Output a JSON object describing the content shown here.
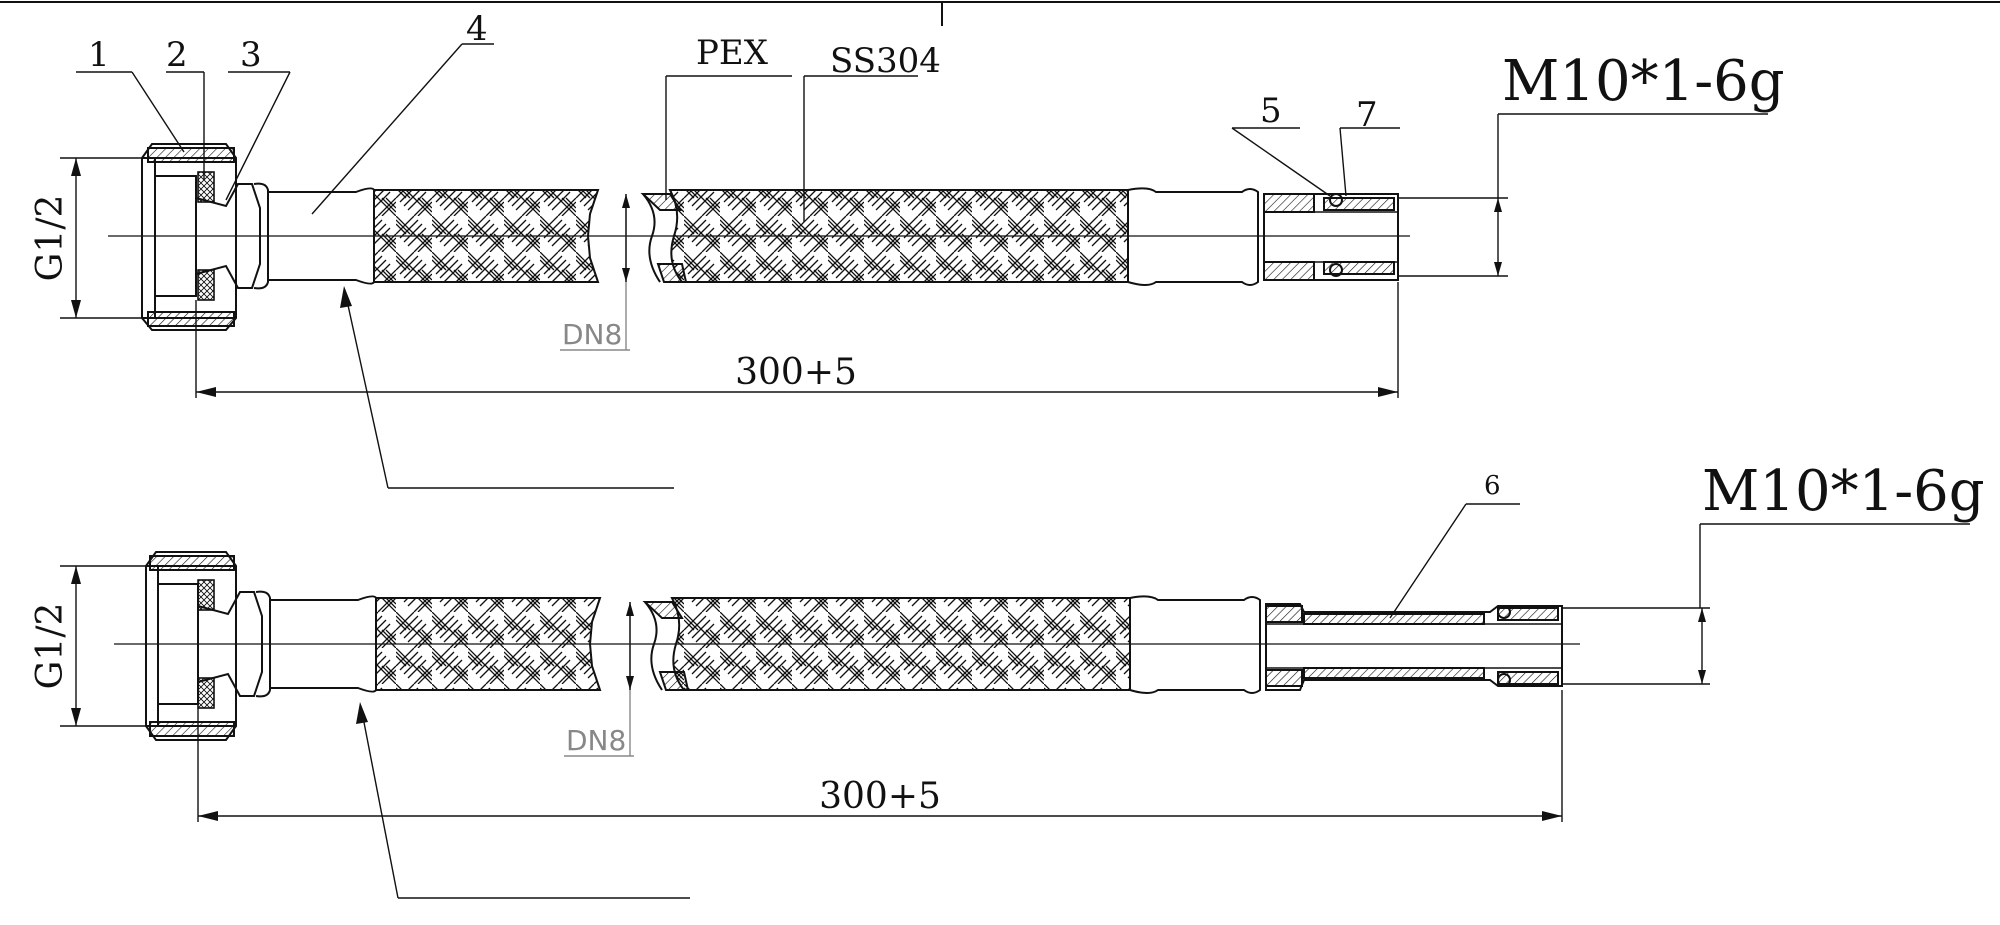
{
  "drawing_title": "",
  "assembly_1": {
    "parts": [
      "1",
      "2",
      "3",
      "4",
      "PEX",
      "SS304",
      "5",
      "7"
    ],
    "thread_left": "G1/2",
    "thread_right": "M10*1-6g",
    "hose_size": "DN8",
    "length": "300+5"
  },
  "assembly_2": {
    "parts": [
      "6"
    ],
    "thread_left": "G1/2",
    "thread_right": "M10*1-6g",
    "hose_size": "DN8",
    "length": "300+5"
  }
}
